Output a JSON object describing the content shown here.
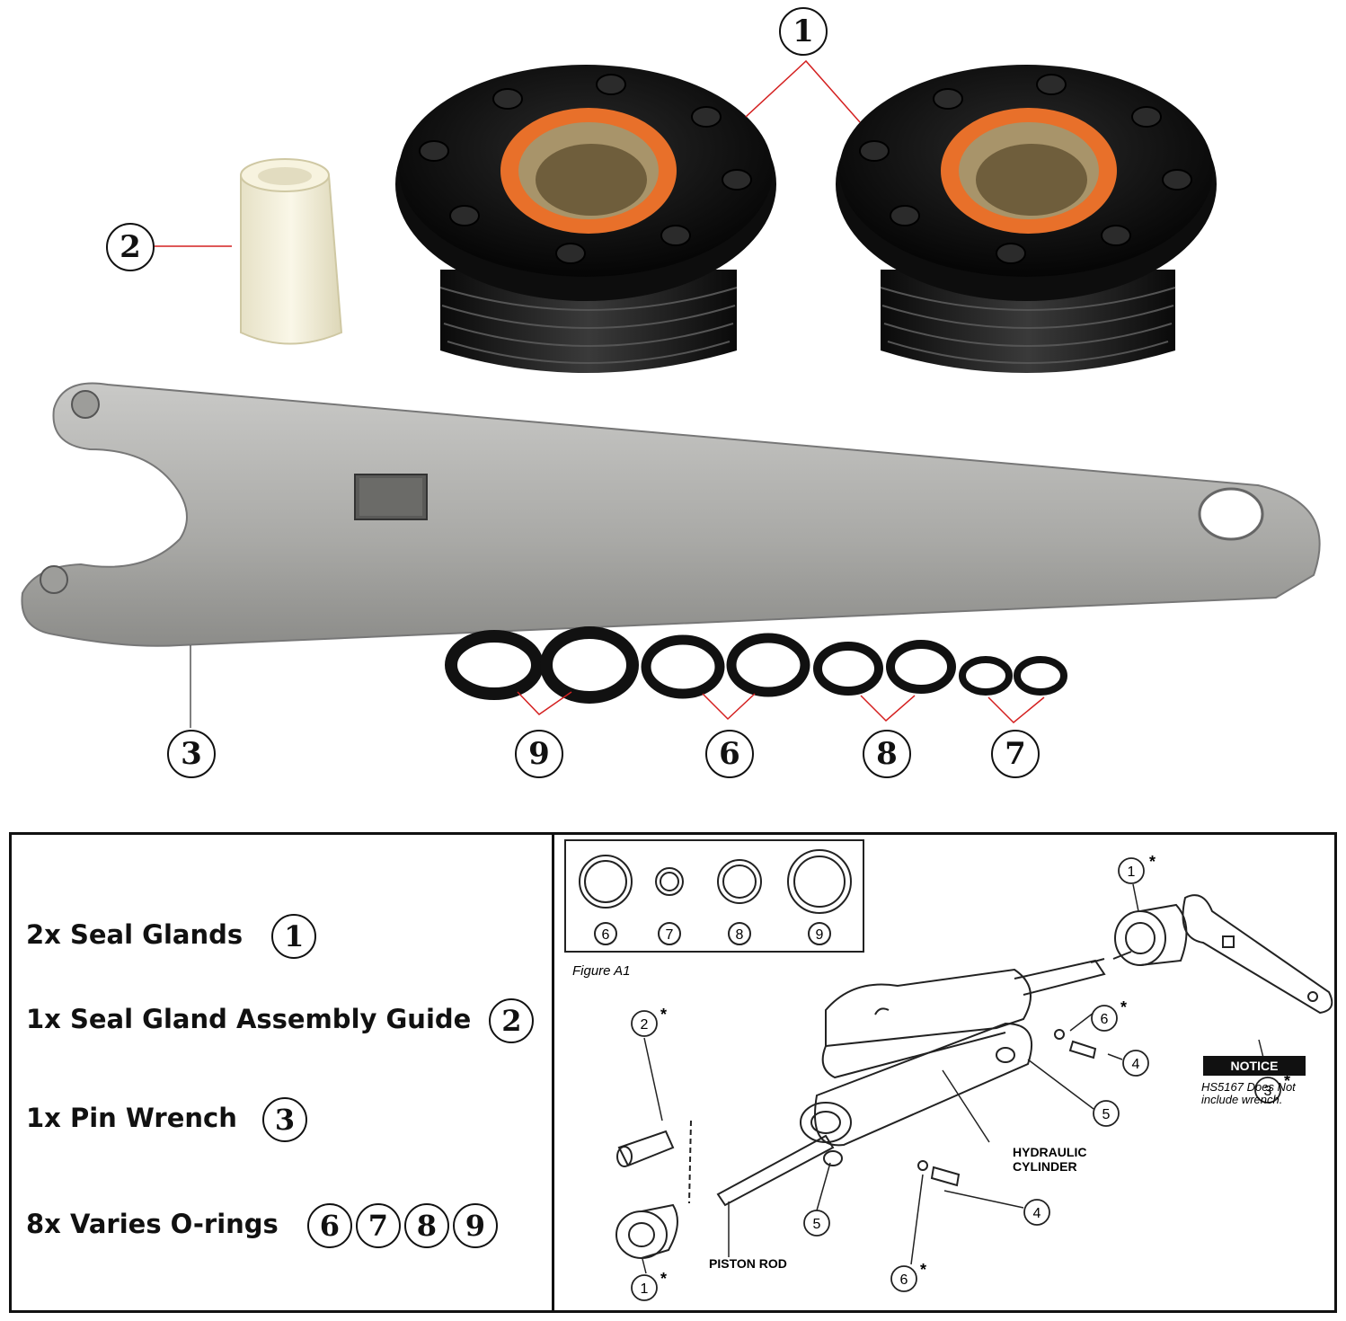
{
  "callouts": {
    "glands": "1",
    "guide": "2",
    "wrench": "3",
    "o9": "9",
    "o6": "6",
    "o8": "8",
    "o7": "7"
  },
  "parts_list": [
    {
      "text": "2x Seal Glands",
      "refs": [
        "1"
      ]
    },
    {
      "text": "1x Seal Gland Assembly Guide",
      "refs": [
        "2"
      ]
    },
    {
      "text": "1x Pin Wrench",
      "refs": [
        "3"
      ]
    },
    {
      "text": "8x Varies O-rings",
      "refs": [
        "6",
        "7",
        "8",
        "9"
      ]
    }
  ],
  "diagram": {
    "figure_label": "Figure A1",
    "oring_labels": [
      "6",
      "7",
      "8",
      "9"
    ],
    "parts": {
      "p1": "1",
      "p2": "2",
      "p3": "3",
      "p4": "4",
      "p5": "5",
      "p6": "6",
      "star": "*"
    },
    "notice_title": "NOTICE",
    "notice_line1": "HS5167 Does Not",
    "notice_line2": "include wrench.",
    "hydraulic_line1": "HYDRAULIC",
    "hydraulic_line2": "CYLINDER",
    "piston_rod": "PISTON ROD"
  },
  "colors": {
    "gland_black": "#111111",
    "seal_orange": "#e8702a",
    "bronze": "#a8946a",
    "wrench_silver": "#b5b5b3",
    "guide_white": "#f4f0dc"
  }
}
